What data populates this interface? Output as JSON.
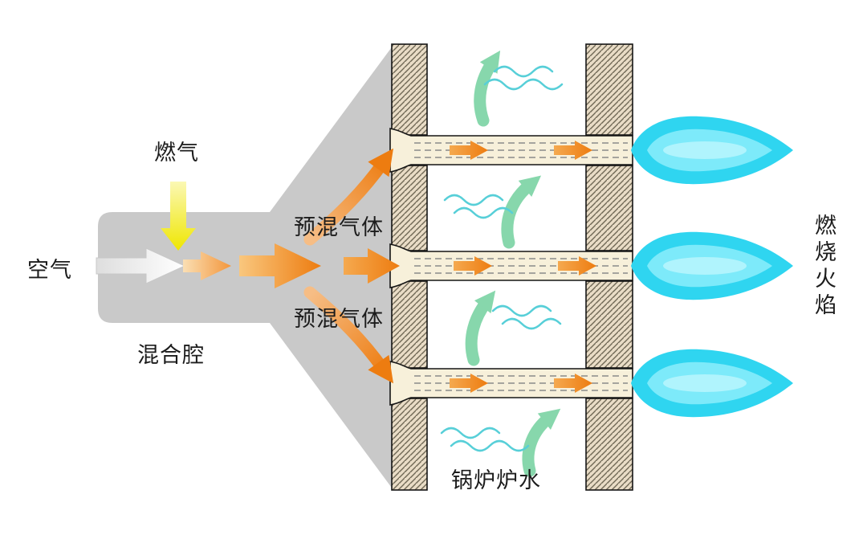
{
  "labels": {
    "air": "空气",
    "gas": "燃气",
    "mixing_chamber": "混合腔",
    "premix_gas_top": "预混气体",
    "premix_gas_bottom": "预混气体",
    "boiler_water": "锅炉炉水",
    "combustion_flame": "燃烧火焰"
  },
  "colors": {
    "mixing_chamber_gray": "#c9c9c9",
    "premix_orange": "#ed7c10",
    "gas_yellow": "#efe600",
    "air_white": "#f5f5f5",
    "water_arrow_green": "#87d7ac",
    "water_wave_cyan": "#57cfd8",
    "flame_cyan": "#2fd5f0",
    "flame_inner_cyan": "#7deafa",
    "wall_tan": "#e9dcc6",
    "channel_cream": "#f7f0da"
  }
}
